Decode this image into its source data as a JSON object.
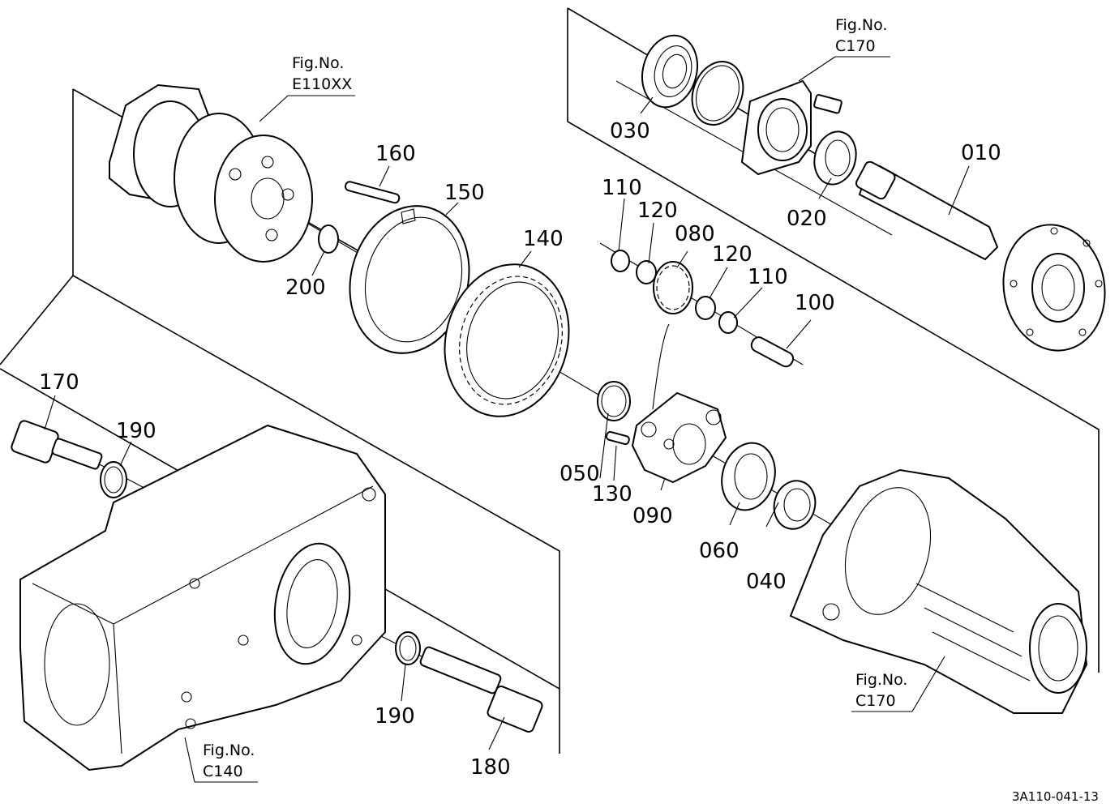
{
  "part_labels": [
    {
      "text": "010"
    },
    {
      "text": "020"
    },
    {
      "text": "030"
    },
    {
      "text": "040"
    },
    {
      "text": "050"
    },
    {
      "text": "060"
    },
    {
      "text": "080"
    },
    {
      "text": "090"
    },
    {
      "text": "100"
    },
    {
      "text": "110"
    },
    {
      "text": "110"
    },
    {
      "text": "120"
    },
    {
      "text": "120"
    },
    {
      "text": "130"
    },
    {
      "text": "140"
    },
    {
      "text": "150"
    },
    {
      "text": "160"
    },
    {
      "text": "170"
    },
    {
      "text": "180"
    },
    {
      "text": "190"
    },
    {
      "text": "190"
    },
    {
      "text": "200"
    }
  ],
  "figure_refs": [
    {
      "line1": "Fig.No.",
      "line2": "E110XX"
    },
    {
      "line1": "Fig.No.",
      "line2": "C170"
    },
    {
      "line1": "Fig.No.",
      "line2": "C170"
    },
    {
      "line1": "Fig.No.",
      "line2": "C140"
    }
  ],
  "drawing_code": "3A110-041-13"
}
